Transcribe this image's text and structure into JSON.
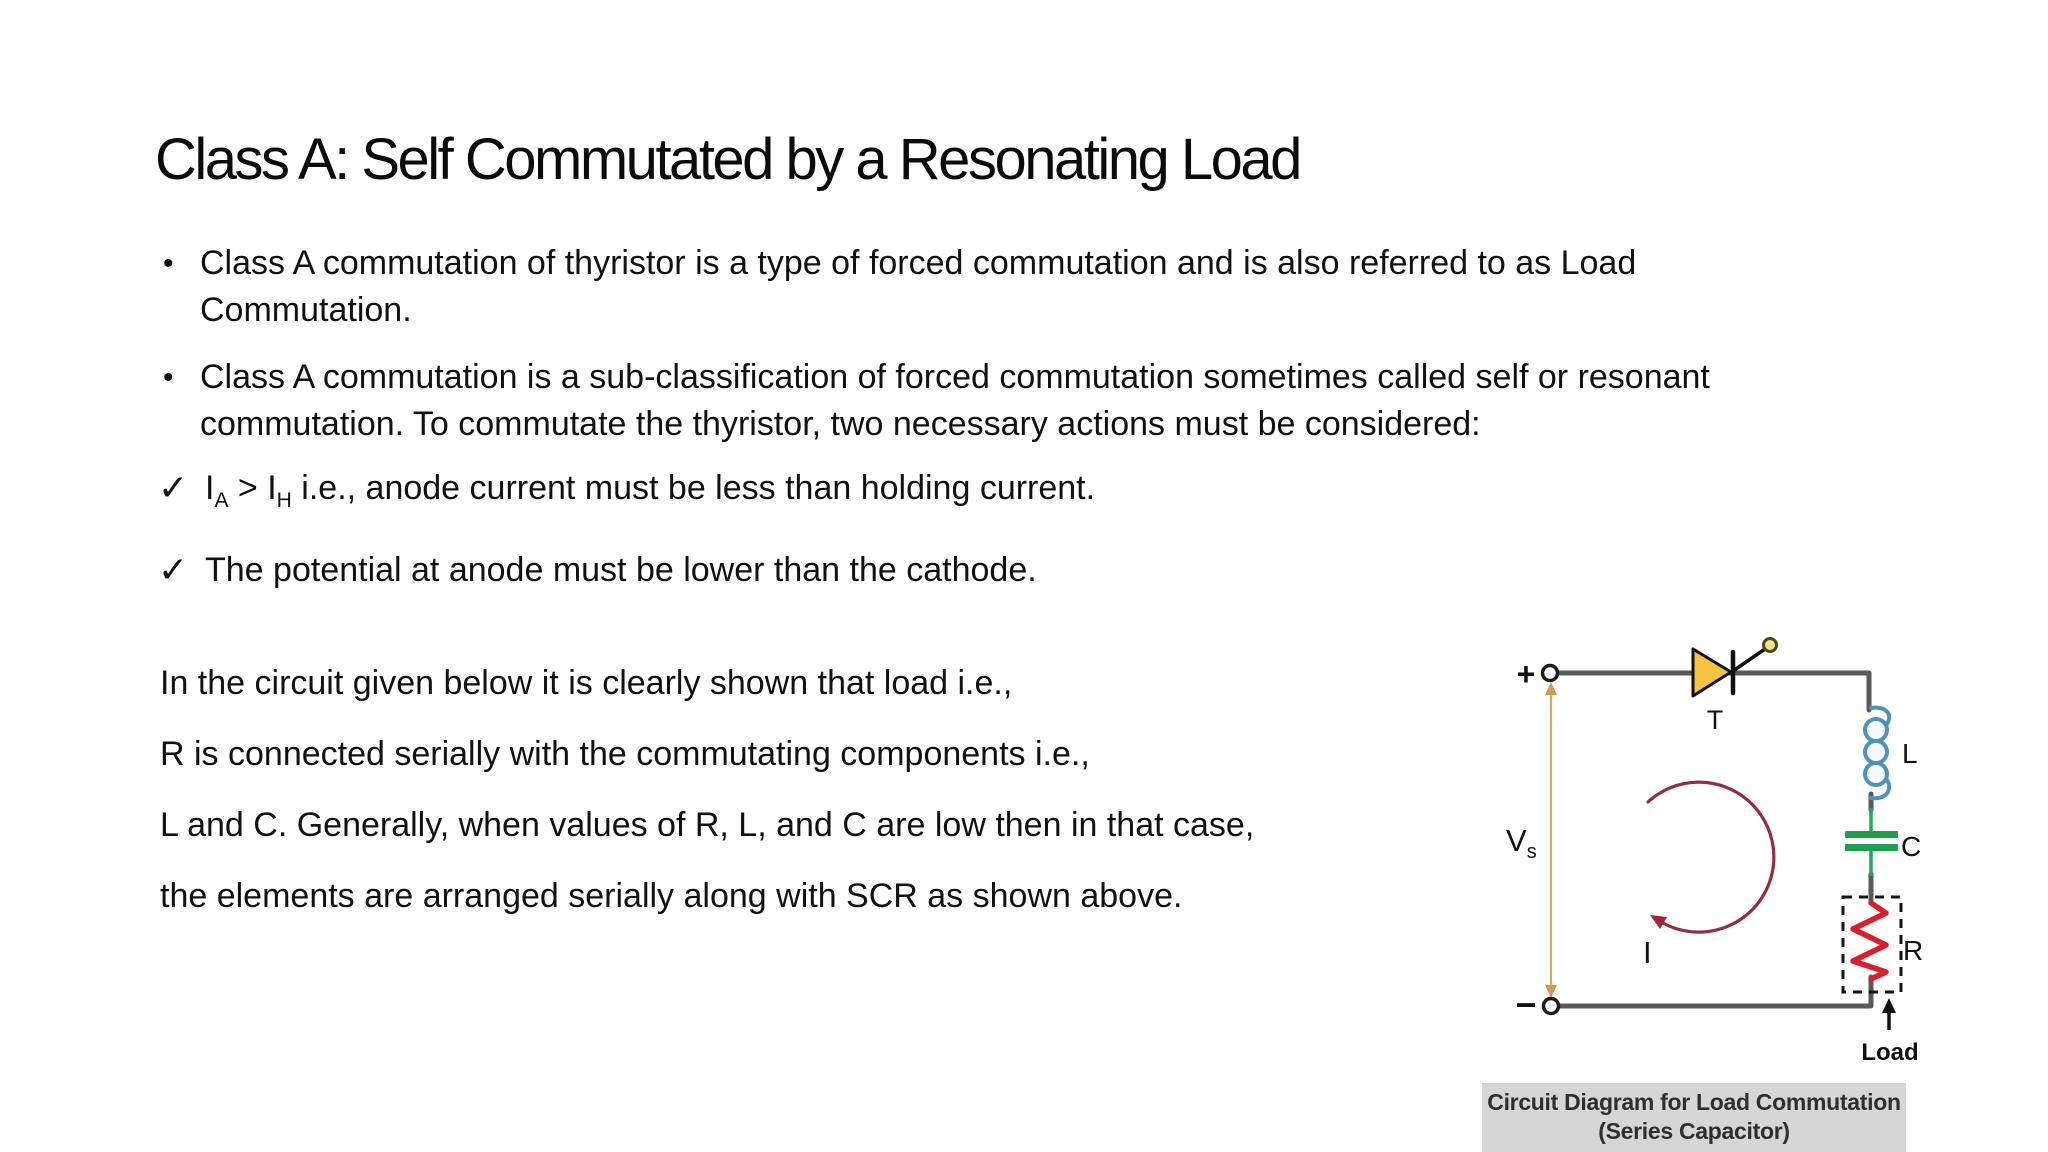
{
  "slide": {
    "title": "Class A: Self Commutated by a Resonating Load",
    "bullet_glyph": "•",
    "bullets": [
      "Class A commutation of thyristor is a type of forced commutation and is also referred to as Load\nCommutation.",
      "Class A commutation is a sub-classification of forced commutation sometimes called self or resonant\ncommutation. To commutate the thyristor, two necessary actions must be considered:"
    ],
    "checks": [
      {
        "glyph": "✓",
        "i1": "I",
        "sub1": "A",
        "mid": " > I",
        "sub2": "H",
        "rest": " i.e., anode current must be less than holding current."
      },
      {
        "glyph": "✓",
        "text": "The potential at anode must be lower than the cathode."
      }
    ],
    "paragraph": "In the circuit given below it is clearly shown that load i.e.,\nR is connected serially with the commutating components i.e.,\nL and C. Generally, when values of R, L, and C are low then in that case,\nthe elements are arranged serially along with SCR as shown above."
  },
  "diagram": {
    "labels": {
      "plus": "+",
      "minus": "−",
      "source": "V",
      "source_sub": "s",
      "thyristor": "T",
      "inductor": "L",
      "capacitor": "C",
      "resistor": "R",
      "current": "I",
      "load": "Load"
    },
    "caption": "Circuit Diagram for Load Commutation\n(Series Capacitor)",
    "colors": {
      "wire": "#58595b",
      "thyristor_fill": "#f5c242",
      "gate_circle_fill": "#efe38c",
      "inductor_stroke": "#4f93b8",
      "capacitor_fill": "#1f9e4e",
      "capacitor_wire": "#2aa45c",
      "resistor_stroke": "#d91f2e",
      "current_loop": "#8e2f44",
      "loop_arrowhead": "#a22639",
      "source_line": "#d8a766",
      "source_arrowhead": "#cf9a55",
      "caption_bg": "#d6d6d6",
      "caption_text": "#2e2e2e"
    }
  }
}
